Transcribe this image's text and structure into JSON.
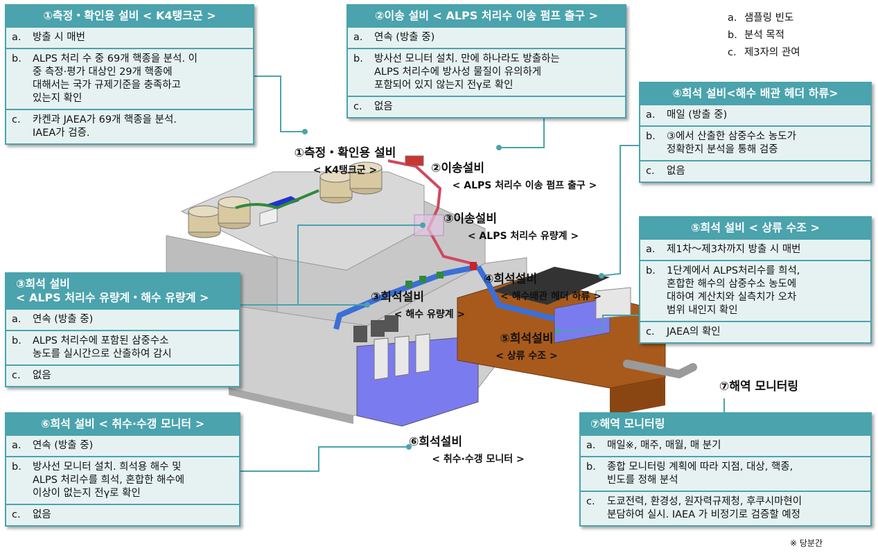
{
  "legend": [
    {
      "letter": "a.",
      "text": "샘플링 빈도"
    },
    {
      "letter": "b.",
      "text": "분석 목적"
    },
    {
      "letter": "c.",
      "text": "제3자의 관여"
    }
  ],
  "panels": {
    "p1": {
      "title": "①측정・확인용 설비 < K4탱크군 >",
      "rows": [
        {
          "letter": "a.",
          "text": "방출 시 매번"
        },
        {
          "letter": "b.",
          "text": "ALPS 처리 수 중 69개 핵종을 분석. 이\n중 측정·평가 대상인 29개 핵종에\n대해서는 국가 규제기준을 충족하고\n있는지 확인"
        },
        {
          "letter": "c.",
          "text": "카켄과 JAEA가 69개 핵종을 분석.\nIAEA가 검증."
        }
      ]
    },
    "p2": {
      "title": "②이송 설비 < ALPS 처리수 이송 펌프 출구 >",
      "rows": [
        {
          "letter": "a.",
          "text": "연속 (방출 중)"
        },
        {
          "letter": "b.",
          "text": "방사선 모니터 설치. 만에 하나라도 방출하는\nALPS 처리수에 방사성 물질이 유의하게\n포함되어 있지 않는지 전γ로 확인"
        },
        {
          "letter": "c.",
          "text": "없음"
        }
      ]
    },
    "p3": {
      "title": "③희석 설비\n< ALPS 처리수 유량계・해수 유량계 >",
      "rows": [
        {
          "letter": "a.",
          "text": "연속 (방출 중)"
        },
        {
          "letter": "b.",
          "text": "ALPS 처리수에 포함된 삼중수소\n농도를 실시간으로 산출하여 감시"
        },
        {
          "letter": "c.",
          "text": "없음"
        }
      ]
    },
    "p4": {
      "title": "④희석 설비<해수 배관 헤더 하류>",
      "rows": [
        {
          "letter": "a.",
          "text": "매일 (방출 중)"
        },
        {
          "letter": "b.",
          "text": "③에서 산출한 삼중수소 농도가\n정확한지 분석을 통해 검증"
        },
        {
          "letter": "c.",
          "text": "없음"
        }
      ]
    },
    "p5": {
      "title": "⑤희석 설비 < 상류 수조 >",
      "rows": [
        {
          "letter": "a.",
          "text": "제1차～제3차까지 방출 시 매번"
        },
        {
          "letter": "b.",
          "text": " 1단계에서 ALPS처리수를 희석,\n혼합한 해수의 삼중수소 농도에\n대하여 계산치와 실측치가 오차\n범위 내인지 확인"
        },
        {
          "letter": "c.",
          "text": "JAEA의 확인"
        }
      ]
    },
    "p6": {
      "title": "⑥희석 설비 < 취수·수갱 모니터 >",
      "rows": [
        {
          "letter": "a.",
          "text": "연속 (방출 중)"
        },
        {
          "letter": "b.",
          "text": "방사선 모니터 설치. 희석용 해수 및\nALPS 처리수를 희석, 혼합한 해수에\n이상이 없는지 전γ로 확인"
        },
        {
          "letter": "c.",
          "text": "없음"
        }
      ]
    },
    "p7": {
      "title": "⑦해역 모니터링",
      "rows": [
        {
          "letter": "a.",
          "text": "매일※, 매주, 매월, 매 분기"
        },
        {
          "letter": "b.",
          "text": "종합 모니터링 계획에 따라 지점, 대상, 핵종,\n빈도를 정해 분석"
        },
        {
          "letter": "c.",
          "text": "도쿄전력, 환경성, 원자력규제청, 후쿠시마현이\n분담하여 실시. IAEA 가 비정기로 검증할 예정"
        }
      ]
    }
  },
  "labels": {
    "l1": {
      "t1": "①측정・확인용 설비",
      "t2": "< K4탱크군 >"
    },
    "l2": {
      "t1": "②이송설비",
      "t2": "< ALPS 처리수 이송 펌프 출구 >"
    },
    "l3a": {
      "t1": "③이송설비",
      "t2": "< ALPS 처리수 유량계 >"
    },
    "l3b": {
      "t1": "③희석설비",
      "t2": "< 해수 유량계 >"
    },
    "l4": {
      "t1": "④희석설비",
      "t2": "< 해수배관 헤더 하류 >"
    },
    "l5": {
      "t1": "⑤희석설비",
      "t2": "< 상류 수조 >"
    },
    "l6": {
      "t1": "⑥희석설비",
      "t2": "< 취수·수갱 모니터 >"
    },
    "l7": {
      "t1": "⑦해역 모니터링",
      "t2": ""
    }
  },
  "footnote": "※  당분간",
  "colors": {
    "accent": "#4aa3ad",
    "row_bg": "#e6f2f2",
    "water": "#6f6ff0",
    "pipe_red": "#d0485e",
    "pipe_blue": "#3b6fd8",
    "pipe_green": "#2f8a3a",
    "soil": "#a85a1c"
  }
}
